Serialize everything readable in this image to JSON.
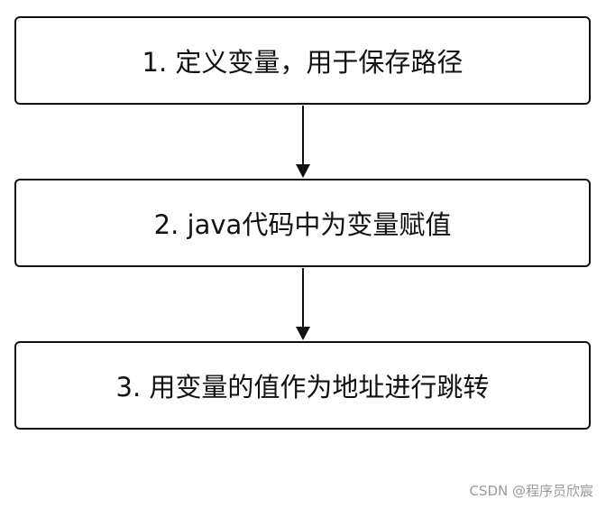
{
  "steps": [
    {
      "label": "1. 定义变量，用于保存路径"
    },
    {
      "label": "2. java代码中为变量赋值"
    },
    {
      "label": "3. 用变量的值作为地址进行跳转"
    }
  ],
  "watermark": "CSDN @程序员欣宸",
  "colors": {
    "stroke": "#111111",
    "background": "#ffffff",
    "watermark": "#9a9a9a"
  }
}
